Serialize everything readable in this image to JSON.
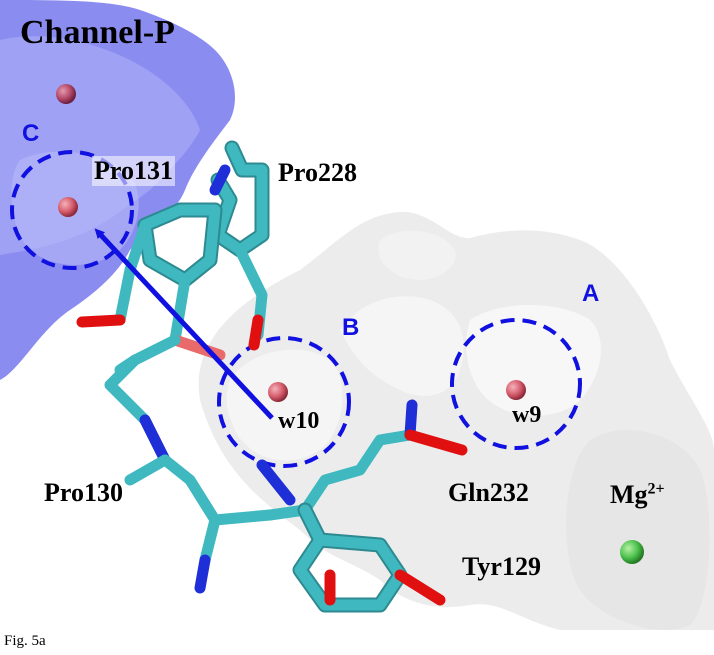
{
  "figure": {
    "title": "Channel-P",
    "caption": "Fig. 5a",
    "residues": {
      "pro131": "Pro131",
      "pro228": "Pro228",
      "pro130": "Pro130",
      "gln232": "Gln232",
      "tyr129": "Tyr129"
    },
    "ion": {
      "symbol": "Mg",
      "charge": "2+"
    },
    "waters": {
      "w10": "w10",
      "w9": "w9"
    },
    "sites": {
      "a": "A",
      "b": "B",
      "c": "C"
    },
    "colors": {
      "channel_surface": "#8a8cf0",
      "cavity_surface": "#ececec",
      "stick_carbon": "#3fb8c0",
      "stick_nitrogen": "#1e2fd8",
      "stick_oxygen": "#e01010",
      "water": "#d65c6c",
      "magnesium": "#4cc24c",
      "annotation": "#1010e0"
    }
  }
}
